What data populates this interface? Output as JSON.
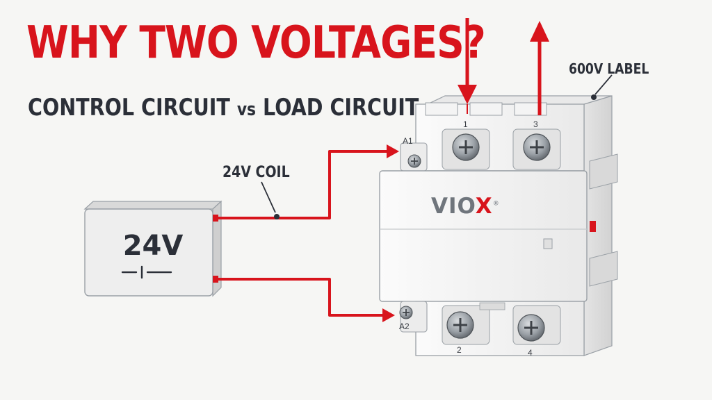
{
  "header": {
    "title": "WHY TWO VOLTAGES?",
    "subtitle_part1": "CONTROL CIRCUIT ",
    "subtitle_vs": "vs",
    "subtitle_part2": " LOAD CIRCUIT"
  },
  "callouts": {
    "coil": "24V COIL",
    "rating_label": "600V LABEL"
  },
  "power_supply": {
    "voltage": "24V"
  },
  "contactor": {
    "brand": "VIOX",
    "brand_lead": "VIO",
    "brand_accent": "X",
    "trademark": "®",
    "coil_terminals": [
      "A1",
      "A2"
    ],
    "top_terminals": [
      "1",
      "3"
    ],
    "bottom_terminals": [
      "2",
      "4"
    ]
  },
  "colors": {
    "accent_red": "#d8141c",
    "text_dark": "#2b2f38",
    "housing": "#f1f1f1",
    "outline": "#9aa0a6"
  },
  "icons": [
    "battery-symbol-icon",
    "screw-terminal-icon",
    "arrow-down-icon",
    "arrow-up-icon"
  ]
}
